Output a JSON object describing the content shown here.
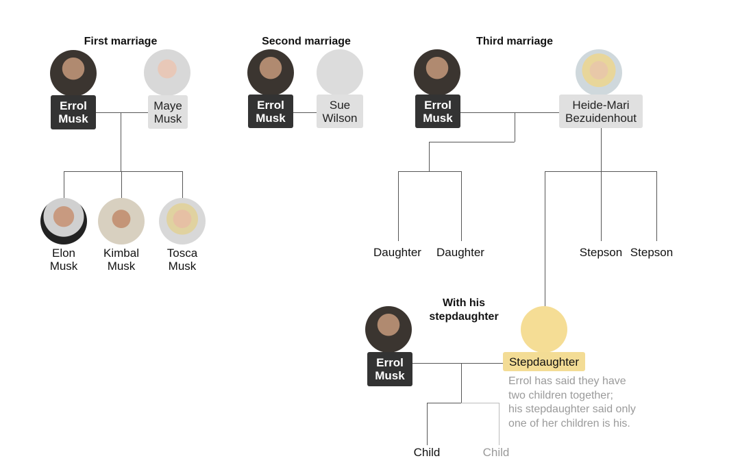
{
  "first": {
    "title": "First marriage",
    "errol": [
      "Errol",
      "Musk"
    ],
    "spouse": [
      "Maye",
      "Musk"
    ],
    "children": [
      [
        "Elon",
        "Musk"
      ],
      [
        "Kimbal",
        "Musk"
      ],
      [
        "Tosca",
        "Musk"
      ]
    ]
  },
  "second": {
    "title": "Second marriage",
    "errol": [
      "Errol",
      "Musk"
    ],
    "spouse": [
      "Sue",
      "Wilson"
    ]
  },
  "third": {
    "title": "Third marriage",
    "errol": [
      "Errol",
      "Musk"
    ],
    "spouse": [
      "Heide-Mari",
      "Bezuidenhout"
    ],
    "daughters": [
      "Daughter",
      "Daughter"
    ],
    "stepsons": [
      "Stepson",
      "Stepson"
    ]
  },
  "step": {
    "title": [
      "With his",
      "stepdaughter"
    ],
    "errol": [
      "Errol",
      "Musk"
    ],
    "spouse": "Stepdaughter",
    "note": [
      "Errol has said they have",
      "two children together;",
      "his stepdaughter said only",
      "one of her children is his."
    ],
    "children": [
      "Child",
      "Child"
    ]
  },
  "colors": {
    "dark_box": "#333333",
    "light_box": "#e0e0e0",
    "stepdaughter": "#f3dc95",
    "note": "#9a9a9a"
  }
}
